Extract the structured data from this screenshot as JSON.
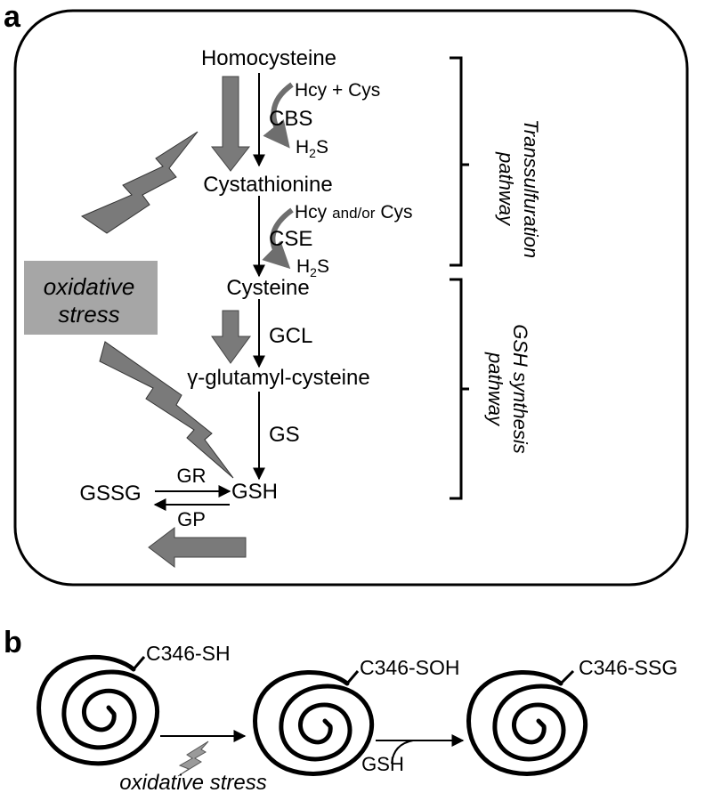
{
  "panel_a": {
    "label": "a",
    "metabolites": {
      "homocysteine": "Homocysteine",
      "cystathionine": "Cystathionine",
      "cysteine": "Cysteine",
      "gamma_glutamyl_cysteine": "γ-glutamyl-cysteine",
      "gsh": "GSH",
      "gssg": "GSSG"
    },
    "enzymes": {
      "cbs": "CBS",
      "cse": "CSE",
      "gcl": "GCL",
      "gs": "GS",
      "gr": "GR",
      "gp": "GP"
    },
    "side_reactions": {
      "cbs_substrate": "Hcy + Cys",
      "cbs_product_main": "H",
      "cbs_product_sub": "2",
      "cbs_product_tail": "S",
      "cse_substrate_1": "Hcy",
      "cse_substrate_mid": "and/or",
      "cse_substrate_2": "Cys",
      "cse_product_main": "H",
      "cse_product_sub": "2",
      "cse_product_tail": "S"
    },
    "pathways": {
      "transsulfuration_line1": "Transsulfuration",
      "transsulfuration_line2": "pathway",
      "gsh_synthesis_line1": "GSH synthesis",
      "gsh_synthesis_line2": "pathway"
    },
    "stress_box": {
      "line1": "oxidative",
      "line2": "stress"
    }
  },
  "panel_b": {
    "label": "b",
    "states": {
      "thiol": "C346-SH",
      "sulfenic": "C346-SOH",
      "glutathionylated": "C346-SSG"
    },
    "cofactor": "GSH",
    "trigger": "oxidative stress"
  },
  "colors": {
    "gray_arrow": "#7a7a7a",
    "stress_box": "#a6a6a6",
    "line": "#000000"
  }
}
